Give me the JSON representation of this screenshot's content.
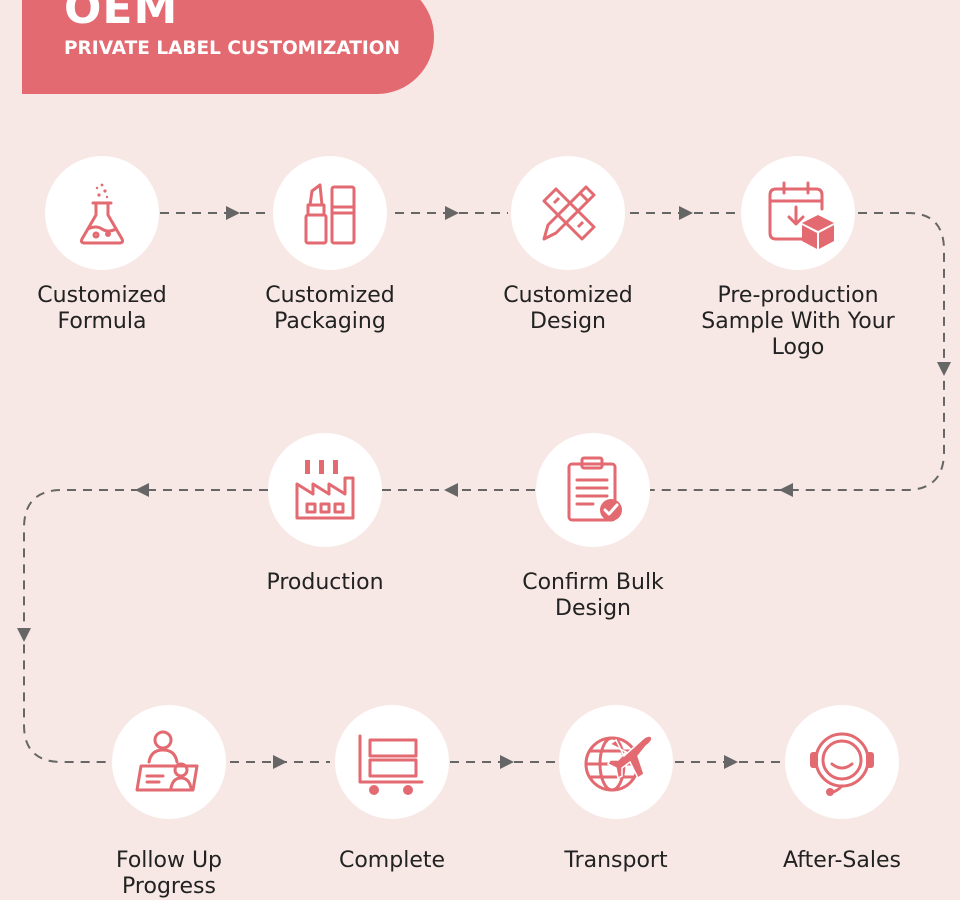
{
  "header": {
    "title": "OEM",
    "subtitle": "PRIVATE LABEL CUSTOMIZATION"
  },
  "colors": {
    "accent": "#e26a70",
    "background": "#f7e8e5",
    "connector": "#666666",
    "node": "#ffffff"
  },
  "steps": [
    {
      "label": "Customized Formula",
      "icon": "flask-icon"
    },
    {
      "label": "Customized Packaging",
      "icon": "lipstick-icon"
    },
    {
      "label": "Customized Design",
      "icon": "pencil-ruler-icon"
    },
    {
      "label": "Pre-production Sample With Your Logo",
      "icon": "calendar-box-icon"
    },
    {
      "label": "Confirm Bulk Design",
      "icon": "clipboard-check-icon"
    },
    {
      "label": "Production",
      "icon": "factory-icon"
    },
    {
      "label": "Follow Up Progress",
      "icon": "person-document-icon"
    },
    {
      "label": "Complete",
      "icon": "cart-boxes-icon"
    },
    {
      "label": "Transport",
      "icon": "globe-plane-icon"
    },
    {
      "label": "After-Sales",
      "icon": "headset-icon"
    }
  ]
}
